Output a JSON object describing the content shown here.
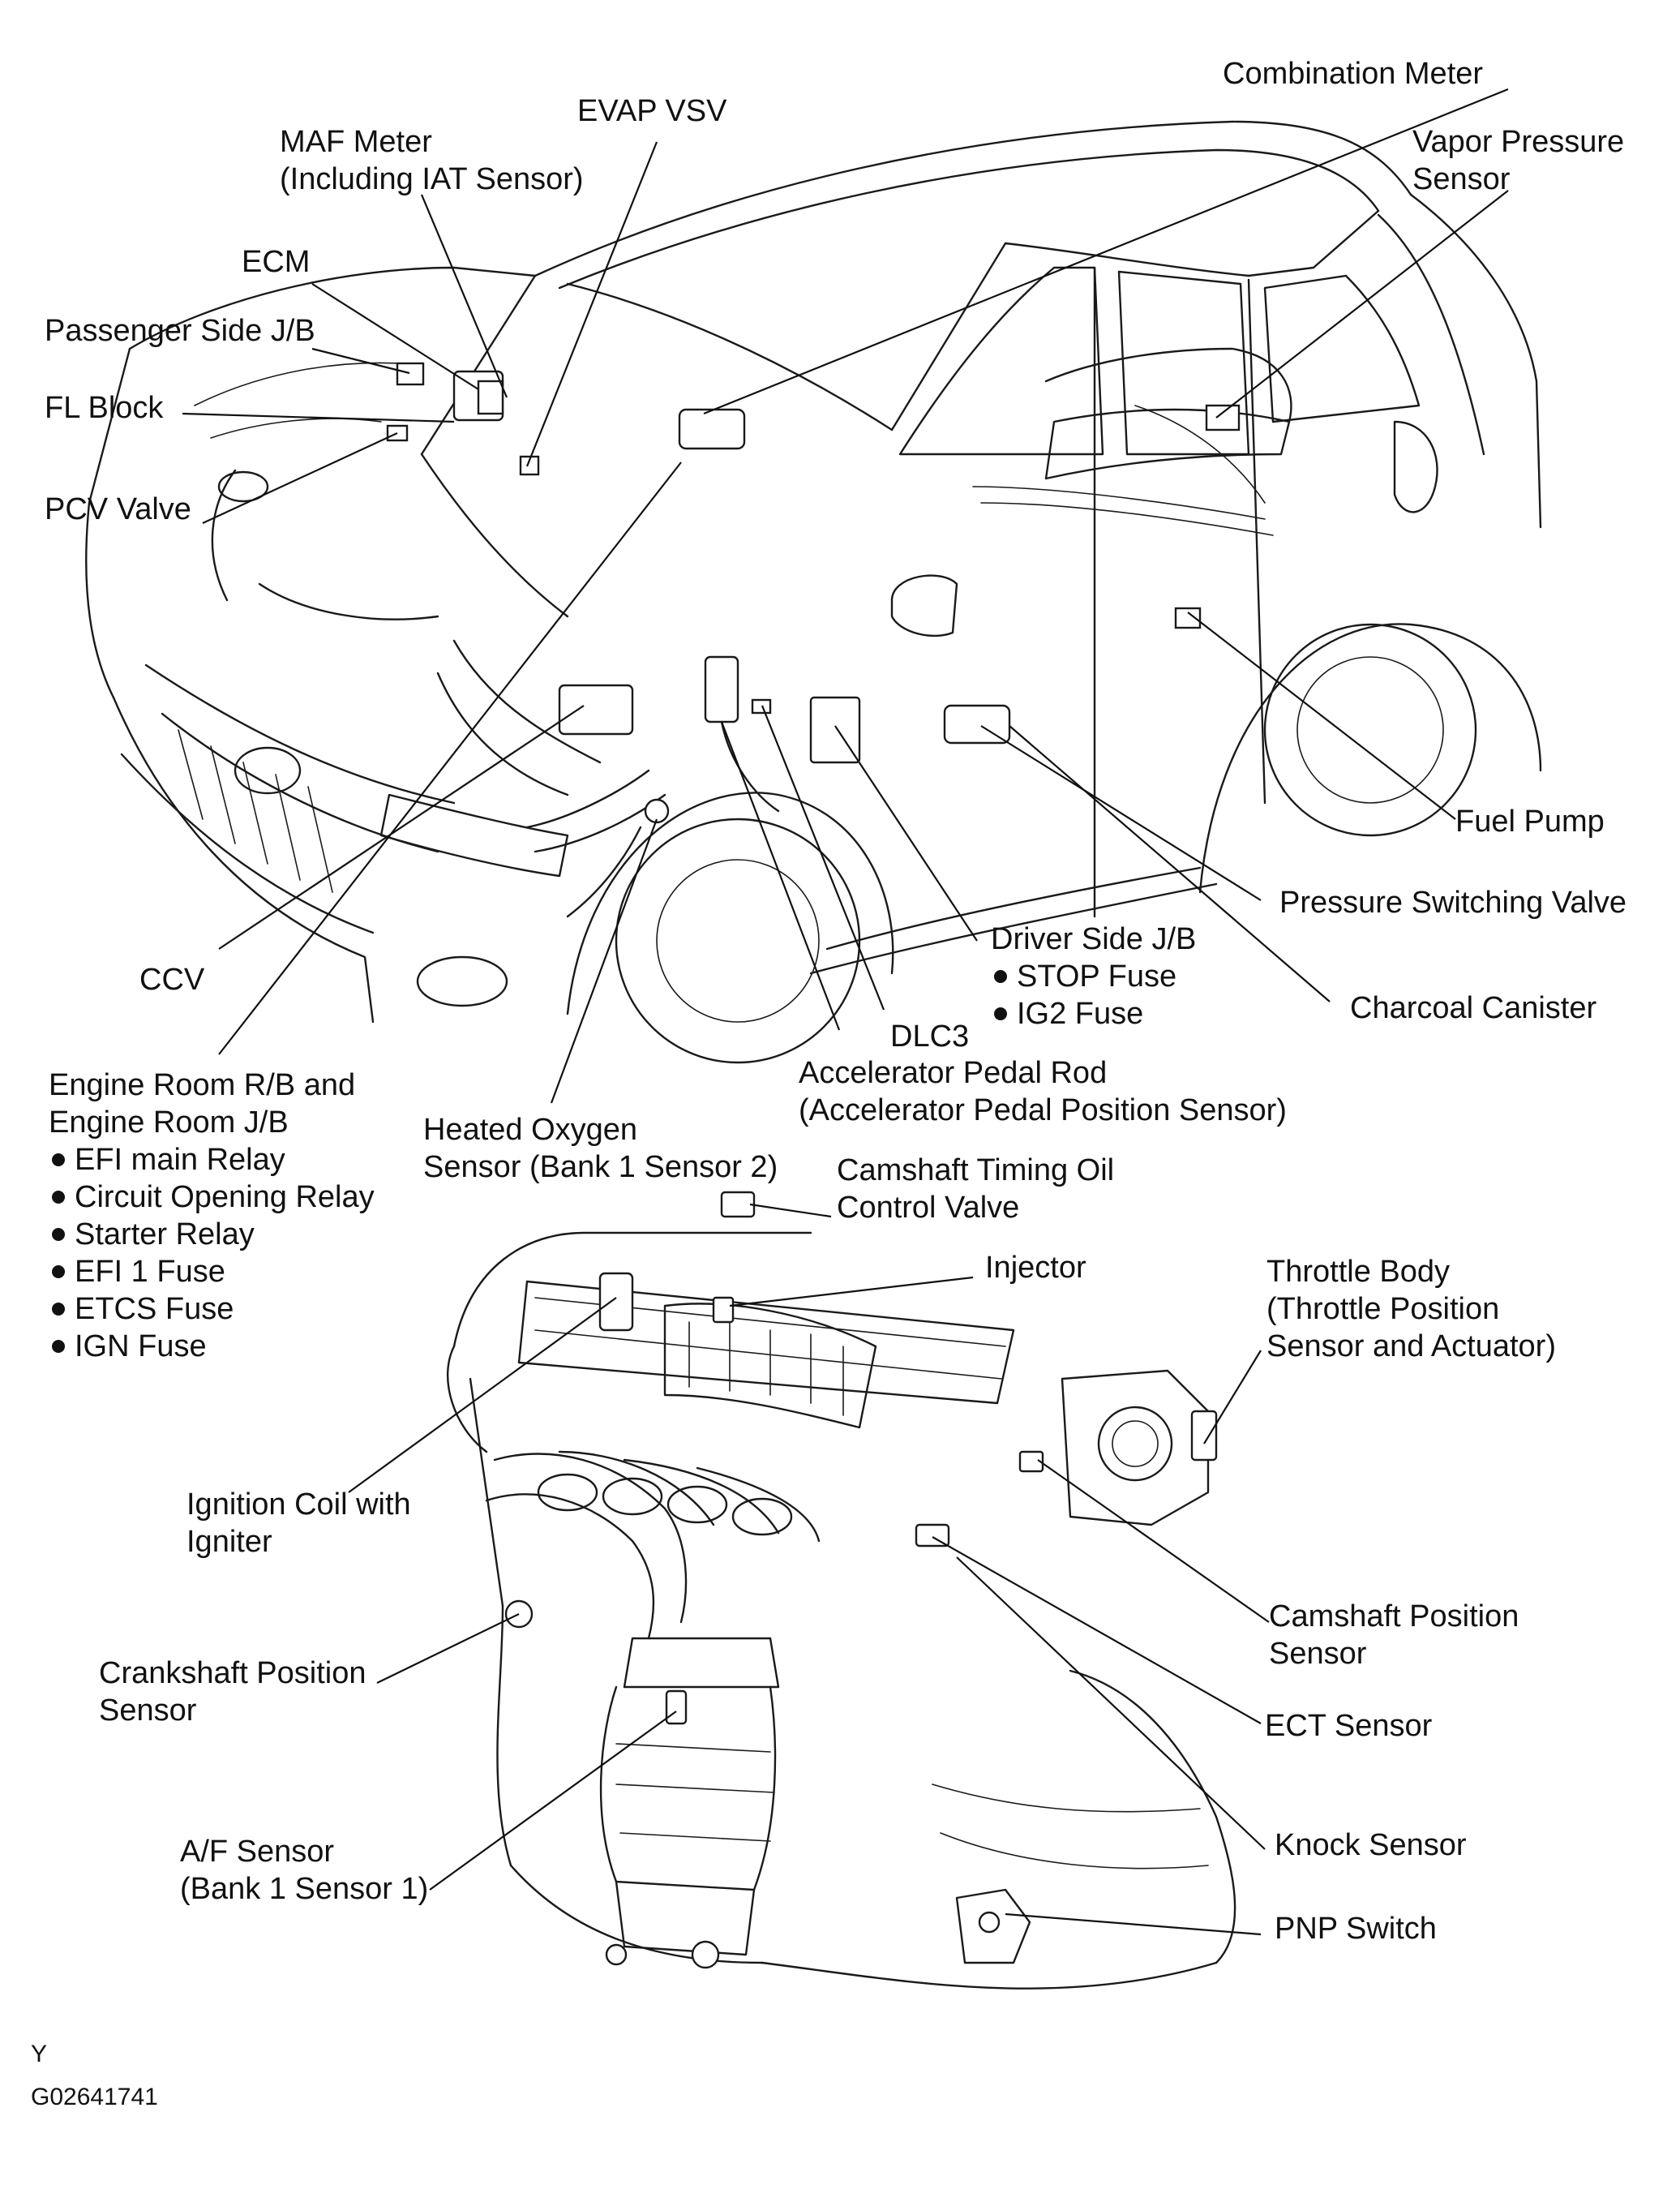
{
  "labels": {
    "combination_meter": "Combination Meter",
    "evap_vsv": "EVAP VSV",
    "maf_meter": [
      "MAF Meter",
      "(Including IAT Sensor)"
    ],
    "vapor_pressure_sensor": [
      "Vapor Pressure",
      "Sensor"
    ],
    "ecm": "ECM",
    "passenger_side_jb": "Passenger Side J/B",
    "fl_block": "FL Block",
    "pcv_valve": "PCV Valve",
    "fuel_pump": "Fuel Pump",
    "pressure_switching_valve": "Pressure Switching Valve",
    "driver_side_jb": {
      "title": "Driver Side J/B",
      "items": [
        "STOP Fuse",
        "IG2 Fuse"
      ]
    },
    "ccv": "CCV",
    "charcoal_canister": "Charcoal Canister",
    "dlc3": "DLC3",
    "engine_room": {
      "title": [
        "Engine Room R/B and",
        "Engine Room J/B"
      ],
      "items": [
        "EFI main Relay",
        "Circuit Opening Relay",
        "Starter Relay",
        "EFI 1 Fuse",
        "ETCS Fuse",
        "IGN Fuse"
      ]
    },
    "accelerator_pedal_rod": [
      "Accelerator Pedal Rod",
      "(Accelerator Pedal Position Sensor)"
    ],
    "heated_oxygen_sensor": [
      "Heated Oxygen",
      "Sensor (Bank 1 Sensor 2)"
    ],
    "camshaft_timing_oil_control_valve": [
      "Camshaft Timing Oil",
      "Control Valve"
    ],
    "injector": "Injector",
    "throttle_body": [
      "Throttle Body",
      "(Throttle Position",
      "Sensor and Actuator)"
    ],
    "ignition_coil": [
      "Ignition Coil with",
      "Igniter"
    ],
    "camshaft_position_sensor": [
      "Camshaft Position",
      "Sensor"
    ],
    "crankshaft_position_sensor": [
      "Crankshaft Position",
      "Sensor"
    ],
    "ect_sensor": "ECT Sensor",
    "af_sensor": [
      "A/F Sensor",
      "(Bank 1 Sensor 1)"
    ],
    "knock_sensor": "Knock Sensor",
    "pnp_switch": "PNP Switch"
  },
  "footer": {
    "view_letter": "Y",
    "figure_code": "G02641741"
  },
  "colors": {
    "line": "#1a1a1a",
    "background": "#ffffff"
  }
}
